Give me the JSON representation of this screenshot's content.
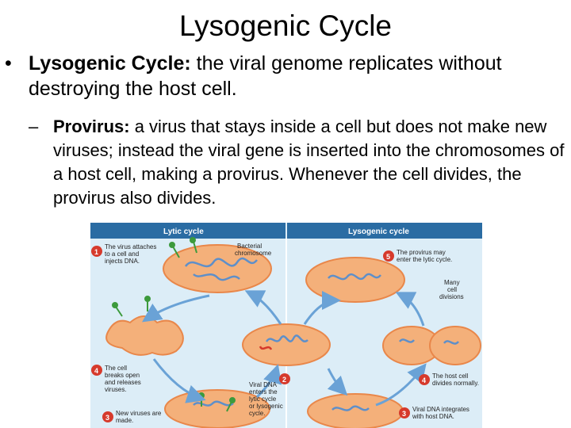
{
  "slide": {
    "title": "Lysogenic Cycle",
    "bullet1": {
      "term": "Lysogenic Cycle:",
      "text": " the viral genome replicates without destroying the host cell."
    },
    "bullet2": {
      "term": "Provirus:",
      "text": " a virus that stays inside a cell but does not make new viruses; instead the viral gene is inserted into the chromosomes of a host cell, making a provirus. Whenever the cell divides, the provirus also divides."
    }
  },
  "diagram": {
    "header_left": "Lytic cycle",
    "header_right": "Lysogenic cycle",
    "steps": [
      {
        "num": "1",
        "lines": [
          "The virus attaches",
          "to a cell and",
          "injects DNA."
        ]
      },
      {
        "num": "2",
        "lines": [
          "Viral DNA",
          "enters the",
          "lytic cycle",
          "or lysogenic",
          "cycle."
        ]
      },
      {
        "num": "3",
        "lines": [
          "New viruses are",
          "made."
        ]
      },
      {
        "num": "4",
        "lines": [
          "The cell",
          "breaks open",
          "and releases",
          "viruses."
        ]
      },
      {
        "num": "4",
        "lines": [
          "The host cell",
          "divides normally."
        ]
      },
      {
        "num": "5",
        "lines": [
          "The provirus may",
          "enter the lytic cycle."
        ]
      },
      {
        "num": "3",
        "lines": [
          "Viral DNA integrates",
          "with host DNA."
        ]
      }
    ],
    "label_bacterial": [
      "Bacterial",
      "chromosome"
    ],
    "label_many": [
      "Many",
      "cell",
      "divisions"
    ],
    "colors": {
      "header": "#2a6ca3",
      "panel": "#dcedf7",
      "cell": "#f4b07a",
      "cell_dark": "#e9874a",
      "step": "#d63a2c",
      "dna": "#5e8fc9"
    }
  }
}
